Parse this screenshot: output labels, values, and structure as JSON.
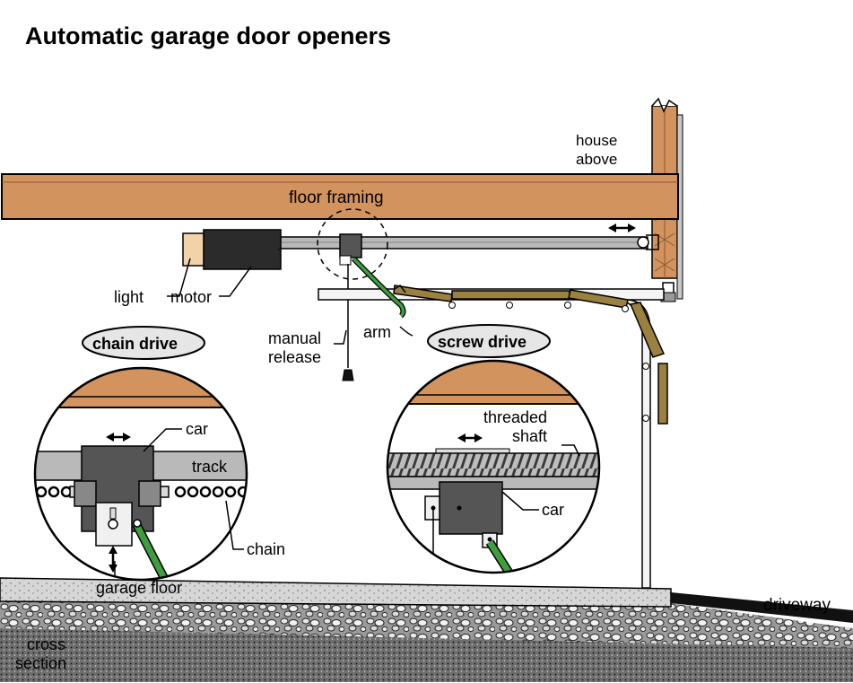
{
  "title": "Automatic garage door openers",
  "labels": {
    "house_above_1": "house",
    "house_above_2": "above",
    "floor_framing": "floor framing",
    "light": "light",
    "motor": "motor",
    "arm": "arm",
    "manual_release_1": "manual",
    "manual_release_2": "release",
    "chain_drive": "chain drive",
    "screw_drive": "screw drive",
    "car_chain": "car",
    "track": "track",
    "chain": "chain",
    "garage_floor": "garage floor",
    "threaded_shaft_1": "threaded",
    "threaded_shaft_2": "shaft",
    "car_screw": "car",
    "driveway": "driveway",
    "cross_section_1": "cross",
    "cross_section_2": "section"
  },
  "colors": {
    "wood": "#d2935f",
    "wood_dark": "#8a5a30",
    "motor": "#2b2b2b",
    "light_cover": "#f2d2a8",
    "rail": "#b9b9b9",
    "car": "#555555",
    "arm": "#3f9d3f",
    "door_panel": "#9b8040",
    "concrete": "#d9d9d9",
    "gravel": "#7a7a7a",
    "driveway": "#111111"
  }
}
